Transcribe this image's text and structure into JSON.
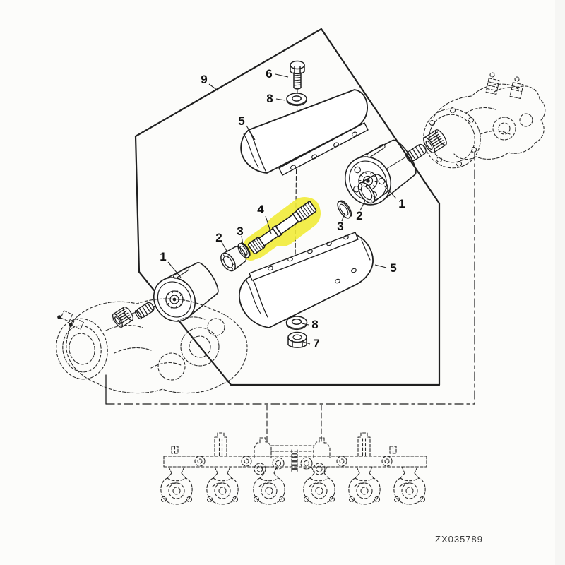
{
  "figure": {
    "part_code": "ZX035789"
  },
  "colors": {
    "highlight": "#f2ec3a",
    "ink": "#1f1f1f",
    "paper": "#fcfcfa"
  },
  "callouts": [
    {
      "part": "frame",
      "label": "9"
    },
    {
      "part": "bolt",
      "label": "6"
    },
    {
      "part": "washer-top",
      "label": "8"
    },
    {
      "part": "shield-top",
      "label": "5"
    },
    {
      "part": "coupling-right",
      "label": "1"
    },
    {
      "part": "bushing-right",
      "label": "2"
    },
    {
      "part": "ring-right",
      "label": "3"
    },
    {
      "part": "shaft",
      "label": "4"
    },
    {
      "part": "ring-left",
      "label": "3"
    },
    {
      "part": "bushing-left",
      "label": "2"
    },
    {
      "part": "coupling-left",
      "label": "1"
    },
    {
      "part": "shield-bottom",
      "label": "5"
    },
    {
      "part": "washer-bottom",
      "label": "8"
    },
    {
      "part": "nut",
      "label": "7"
    }
  ]
}
